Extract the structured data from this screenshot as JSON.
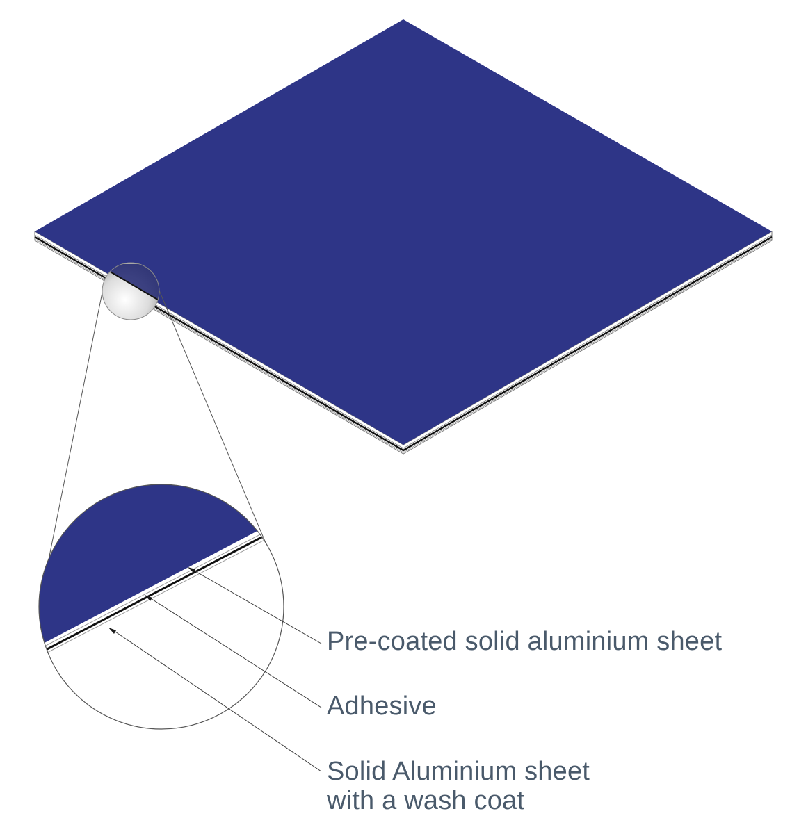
{
  "colors": {
    "panel": "#2e3587",
    "label_text": "#4a5a6b",
    "layer_edge": "#000000"
  },
  "labels": {
    "precoated_sheet": "Pre-coated solid aluminium sheet",
    "adhesive": "Adhesive",
    "solid_sheet_line1": "Solid Aluminium sheet",
    "solid_sheet_line2": "with a wash coat"
  }
}
